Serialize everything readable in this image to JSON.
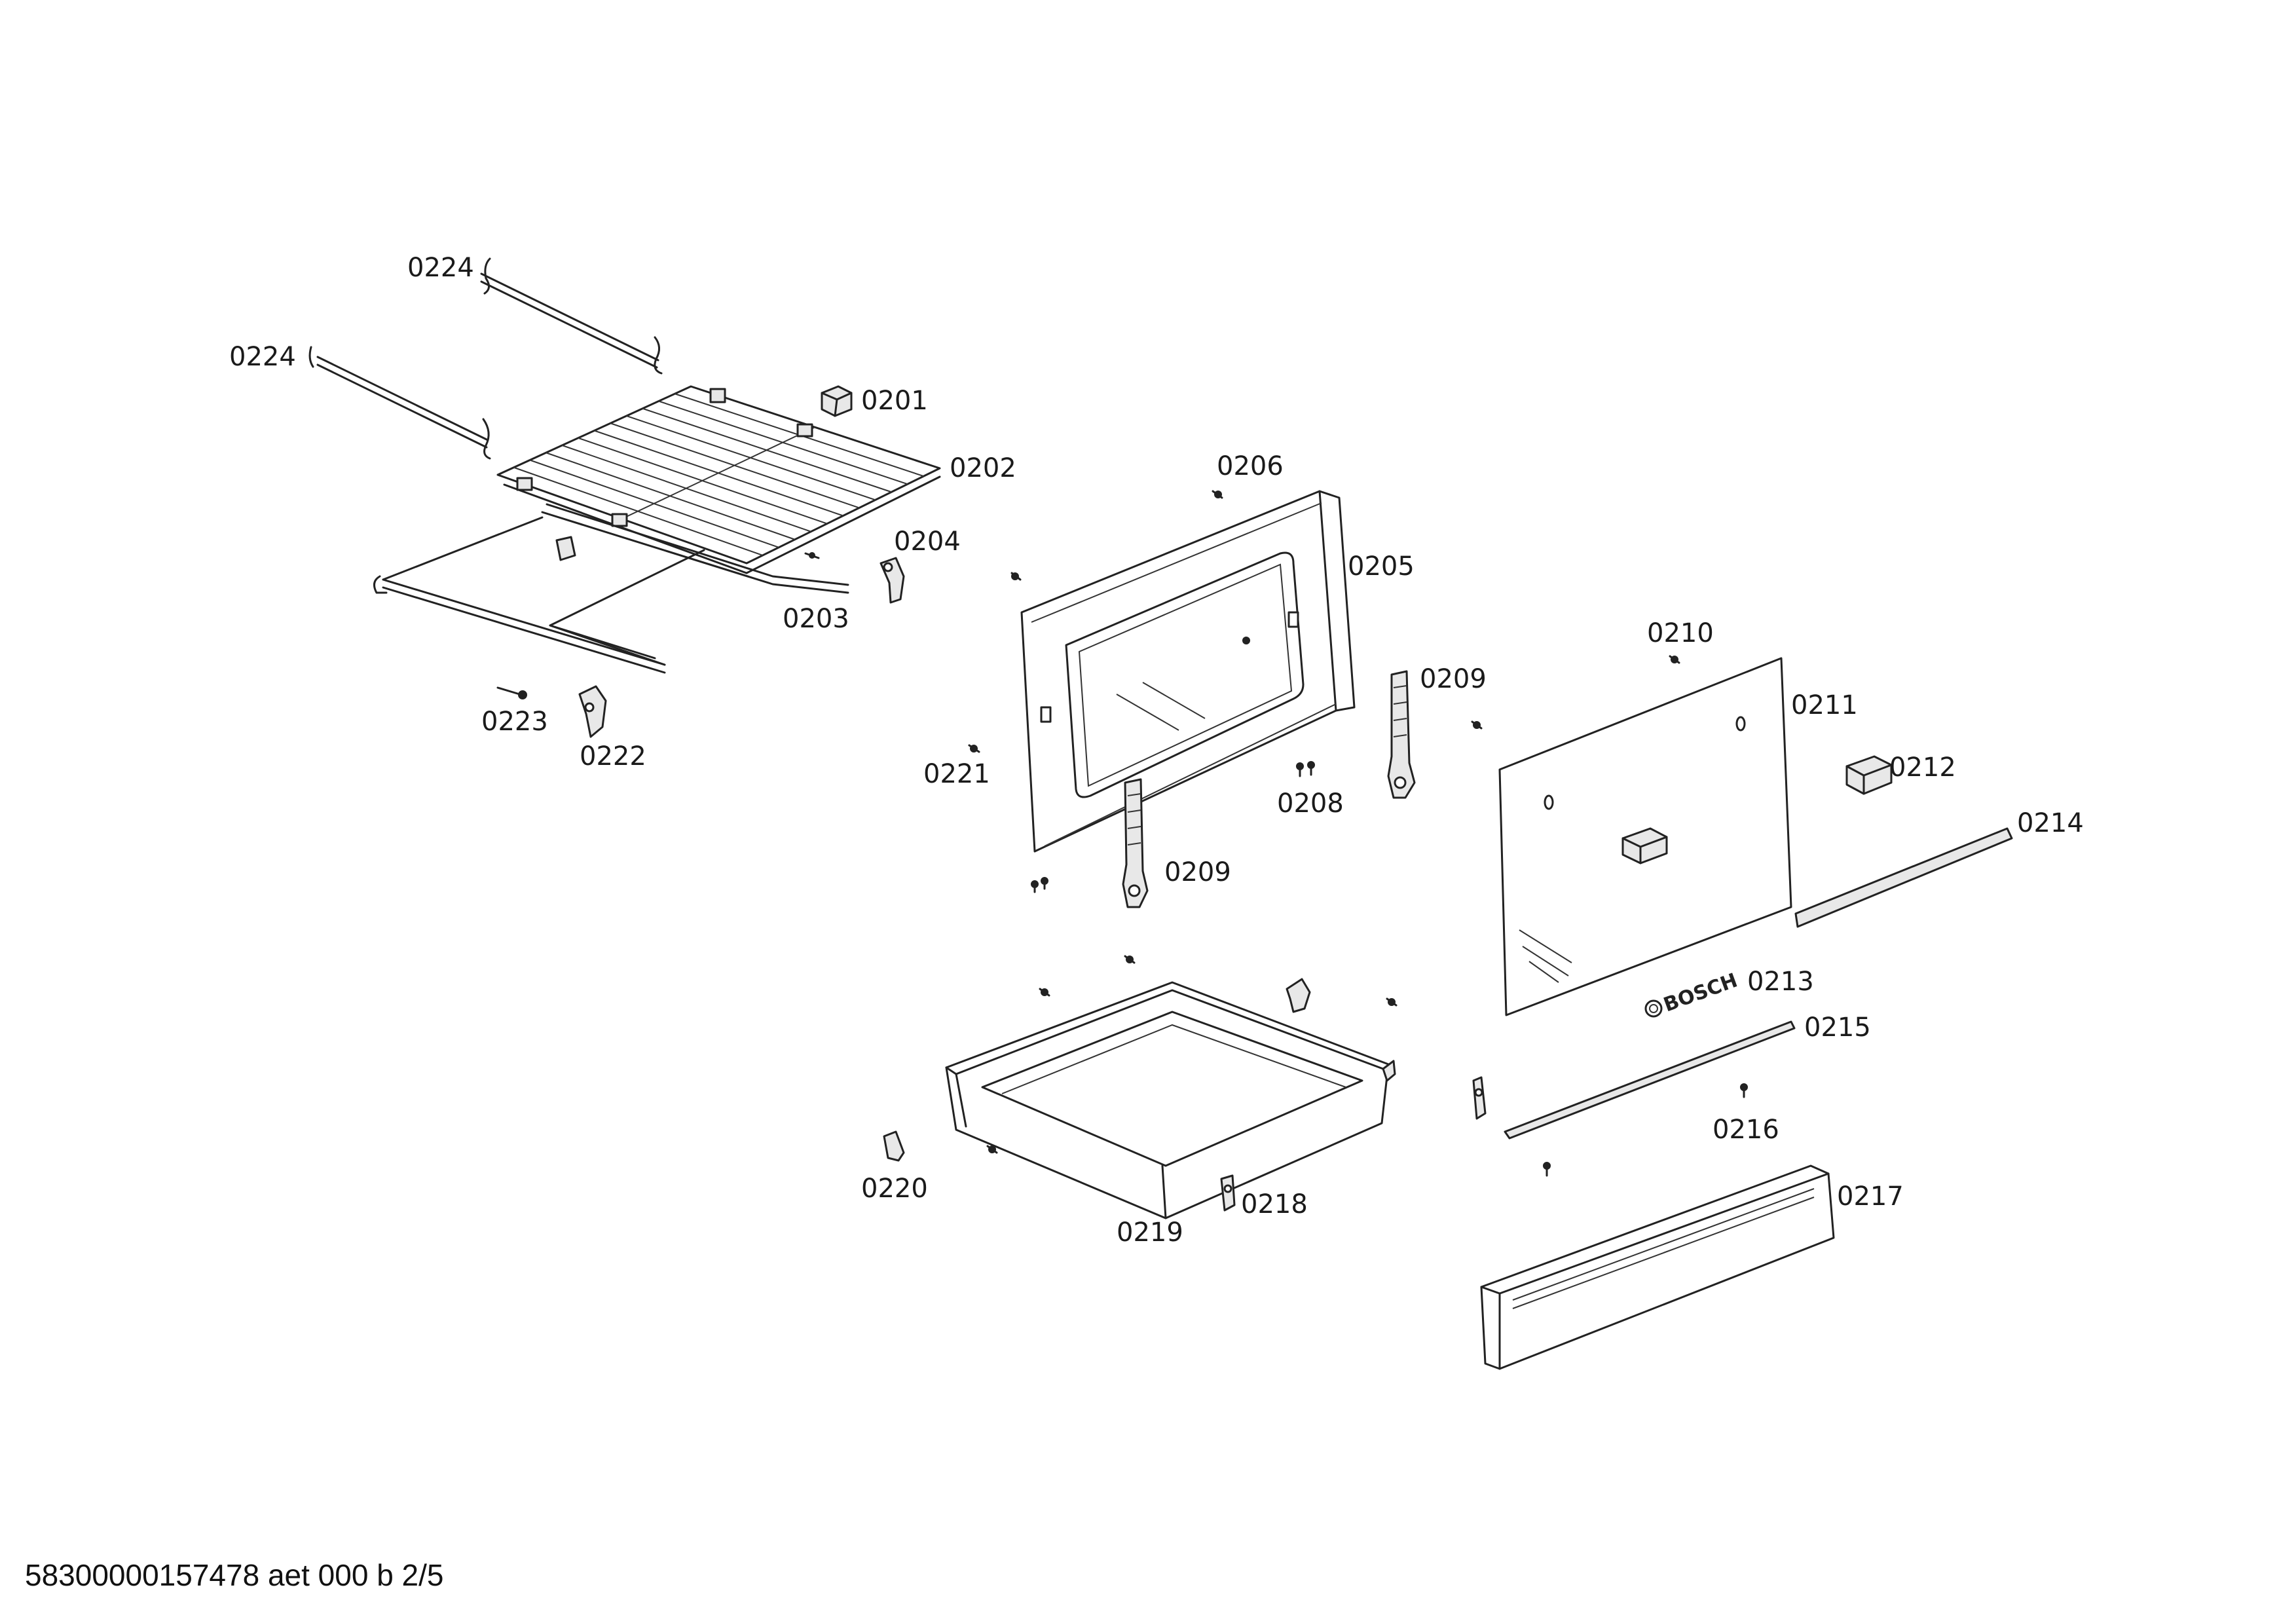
{
  "footer": {
    "doc_code": "58300000157478 aet 000 b 2/5"
  },
  "labels": {
    "l0224a": "0224",
    "l0224b": "0224",
    "l0201": "0201",
    "l0202": "0202",
    "l0203": "0203",
    "l0204": "0204",
    "l0205": "0205",
    "l0206": "0206",
    "l0208": "0208",
    "l0209a": "0209",
    "l0209b": "0209",
    "l0210": "0210",
    "l0211": "0211",
    "l0212": "0212",
    "l0213": "0213",
    "l0214": "0214",
    "l0215": "0215",
    "l0216": "0216",
    "l0217": "0217",
    "l0218": "0218",
    "l0219": "0219",
    "l0220": "0220",
    "l0221": "0221",
    "l0222": "0222",
    "l0223": "0223"
  },
  "brand": {
    "logo_text": "BOSCH"
  }
}
